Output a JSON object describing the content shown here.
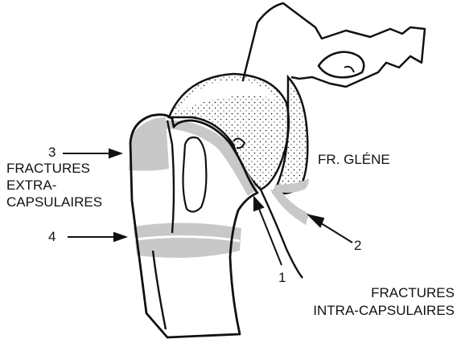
{
  "labels": {
    "n3": "3",
    "n4": "4",
    "n1": "1",
    "n2": "2",
    "extra_line1": "FRACTURES",
    "extra_line2": "EXTRA-",
    "extra_line3": "CAPSULAIRES",
    "glene": "FR. GLÉNE",
    "intra_line1": "FRACTURES",
    "intra_line2": "INTRA-CAPSULAIRES"
  },
  "colors": {
    "ink": "#111111",
    "shade": "#c8c8c8",
    "background": "#ffffff"
  }
}
